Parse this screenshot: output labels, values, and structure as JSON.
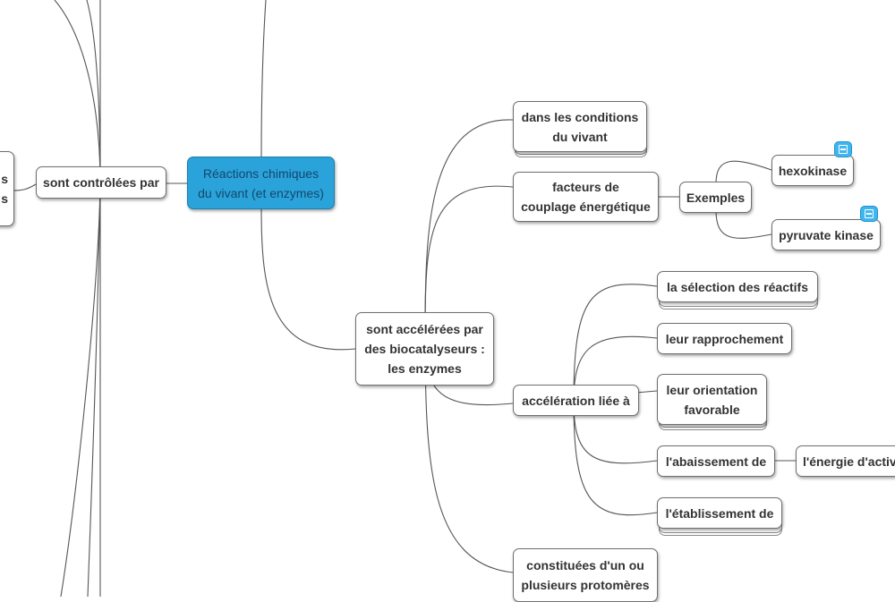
{
  "diagram": {
    "nodes": {
      "left_partial": [
        "s",
        "s"
      ],
      "controlees": "sont contrôlées par",
      "central": [
        "Réactions chimiques",
        "du vivant (et enzymes)"
      ],
      "accelerees": [
        "sont accélérées par",
        "des biocatalyseurs :",
        "les enzymes"
      ],
      "conditions": [
        "dans les conditions",
        "du vivant"
      ],
      "facteurs": [
        "facteurs de",
        "couplage énergétique"
      ],
      "exemples": "Exemples",
      "hexokinase": "hexokinase",
      "pyruvate": "pyruvate kinase",
      "acceleration": "accélération liée à",
      "selection": "la sélection des réactifs",
      "rapprochement": "leur rapprochement",
      "orientation": [
        "leur orientation",
        "favorable"
      ],
      "abaissement": "l'abaissement de",
      "energie": "l'énergie d'activ",
      "etablissement": "l'établissement de",
      "constituees": [
        "constituées d'un ou",
        "plusieurs protomères"
      ]
    },
    "icons": [
      "link-icon",
      "link-icon"
    ],
    "colors": {
      "central": "#2aa3db",
      "link_icon": "#3fb6ef",
      "line": "#555555"
    }
  }
}
